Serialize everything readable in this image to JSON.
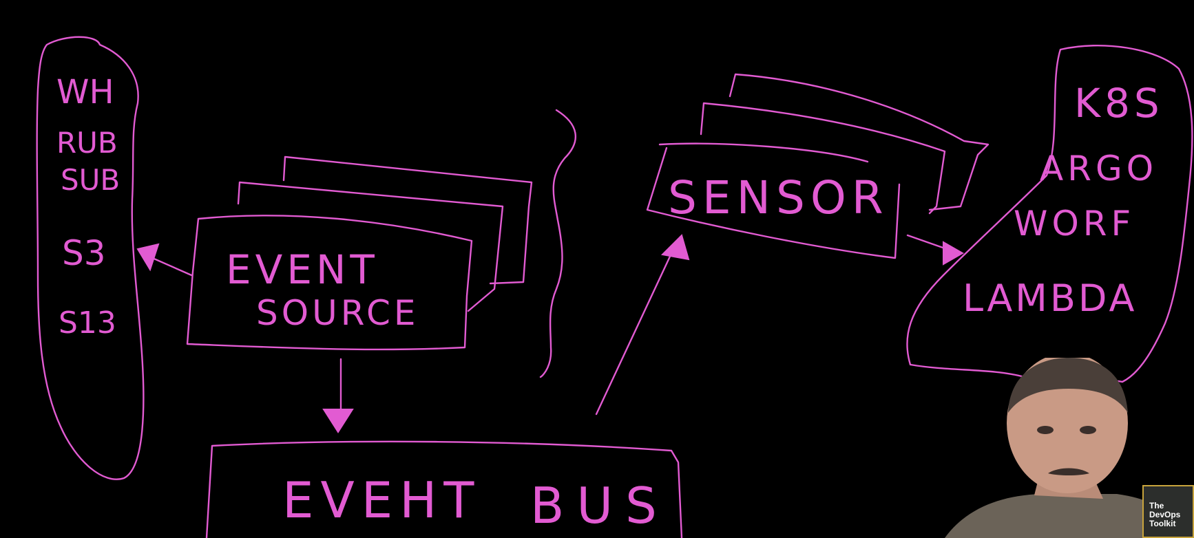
{
  "colors": {
    "background": "#000000",
    "ink": "#e25bd2",
    "logo_border": "#c8a43c"
  },
  "sources": [
    "WH",
    "RUB",
    "SUB",
    "S3",
    "S13"
  ],
  "event_source": {
    "line1": "EVENT",
    "line2": "SOURCE"
  },
  "event_bus": {
    "word1": "EVEHT",
    "word2": "BUS"
  },
  "sensor": {
    "label": "SENSOR"
  },
  "targets": [
    "K8S",
    "ARGO",
    "WORF",
    "LAMBDA"
  ],
  "logo": {
    "line1": "The",
    "line2": "DevOps",
    "line3": "Toolkit"
  },
  "presenter": {
    "icon": "person-webcam-icon"
  }
}
